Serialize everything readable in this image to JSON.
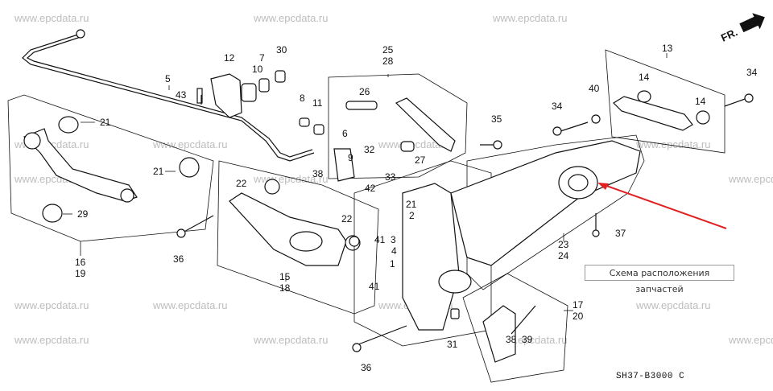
{
  "watermark": "www.epcdata.ru",
  "direction_label": "FR.",
  "diagram_code": "SH37-B3000 C",
  "tooltip": "Схема расположения запчастей",
  "colors": {
    "pointer": "#e02020",
    "ink": "#111111",
    "watermark": "#bdbdbd"
  },
  "callouts": {
    "c1": "1",
    "c2": "2",
    "c3": "3",
    "c4": "4",
    "c5": "5",
    "c6": "6",
    "c7": "7",
    "c8": "8",
    "c9": "9",
    "c10": "10",
    "c11": "11",
    "c12": "12",
    "c13": "13",
    "c14a": "14",
    "c14b": "14",
    "c15": "15",
    "c16": "16",
    "c17": "17",
    "c18": "18",
    "c19": "19",
    "c20": "20",
    "c21a": "21",
    "c21b": "21",
    "c21c": "21",
    "c22a": "22",
    "c22b": "22",
    "c23": "23",
    "c24": "24",
    "c25": "25",
    "c26": "26",
    "c27": "27",
    "c28": "28",
    "c29": "29",
    "c30": "30",
    "c31": "31",
    "c32": "32",
    "c33": "33",
    "c34a": "34",
    "c34b": "34",
    "c35": "35",
    "c36a": "36",
    "c36b": "36",
    "c37": "37",
    "c38a": "38",
    "c38b": "38",
    "c39": "39",
    "c40": "40",
    "c41a": "41",
    "c41b": "41",
    "c42": "42",
    "c43": "43"
  }
}
